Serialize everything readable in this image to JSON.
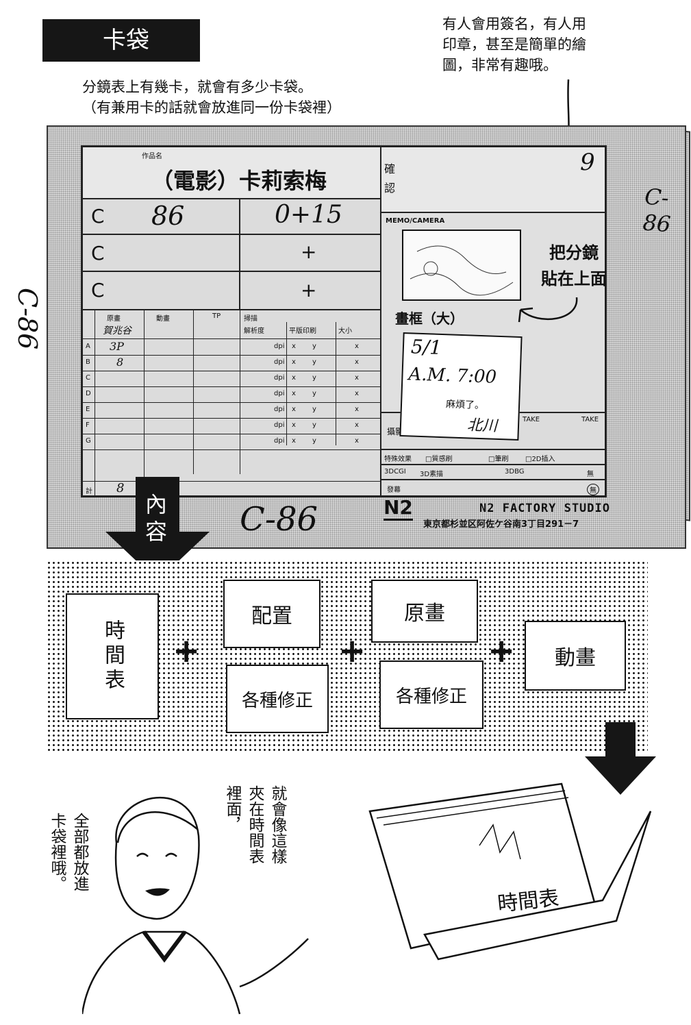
{
  "header": {
    "title": "卡袋"
  },
  "intro": {
    "line1": "分鏡表上有幾卡，就會有多少卡袋。",
    "line2": "（有兼用卡的話就會放進同一份卡袋裡）"
  },
  "note_top_right": {
    "line1": "有人會用簽名，有人用",
    "line2": "印章，甚至是簡單的繪",
    "line3": "圖，非常有趣哦。"
  },
  "envelope": {
    "side_label": "C-86",
    "left_side_label": "C-86",
    "bottom_label": "C-86",
    "paste_note_line1": "把分鏡",
    "paste_note_line2": "貼在上面",
    "form": {
      "work_name_label": "作品名",
      "work_name": "（電影）卡莉索梅",
      "confirm_label": "確認",
      "cut_rows": [
        {
          "label": "C",
          "cut": "86",
          "duration": "0+15"
        },
        {
          "label": "C",
          "cut": "",
          "duration": "+"
        },
        {
          "label": "C",
          "cut": "",
          "duration": "+"
        }
      ],
      "memo_label": "MEMO/CAMERA",
      "frame_label": "畫框（大）",
      "columns": [
        "原畫",
        "動畫",
        "TP",
        "掃描",
        "解析度",
        "平版印刷",
        "大小"
      ],
      "row_letters": [
        "A",
        "B",
        "C",
        "D",
        "E",
        "F",
        "G"
      ],
      "dpi": "dpi",
      "x": "x",
      "y": "y",
      "total_label": "計",
      "total_value": "8",
      "first_row_note": "賀兆谷",
      "a_value": "3P",
      "b_value": "8",
      "sticky_line1": "5/1",
      "sticky_line2": "A.M. 7:00",
      "sticky_line3": "麻煩了。",
      "sticky_line4": "北川",
      "shoot_label": "攝影",
      "take_label": "TAKE",
      "take_label2": "TAKE",
      "special_label": "特殊效果",
      "special_opt1": "□質感刷",
      "special_opt2": "□筆刷",
      "special_opt3": "□2D插入",
      "cg_label": "3DCGI",
      "cg_value": "3D素描",
      "cg_opt": "3DBG",
      "cg_none": "無",
      "issue_label": "發幕",
      "issue_none": "無",
      "studio": "N2 FACTORY STUDIO",
      "address": "東京都杉並区阿佐ケ谷南3丁目291－7",
      "logo": "N2"
    }
  },
  "arrow_label": "內容",
  "cards": {
    "timesheet": "時間表",
    "layout": "配置",
    "key_anim": "原畫",
    "in_between": "動畫",
    "corrections1": "各種修正",
    "corrections2": "各種修正",
    "plus": "+"
  },
  "folder_label": "時間表",
  "speech_right": [
    "就會像這樣",
    "夾在時間表",
    "裡面，"
  ],
  "speech_left": [
    "全部都放進",
    "卡袋裡哦。"
  ]
}
